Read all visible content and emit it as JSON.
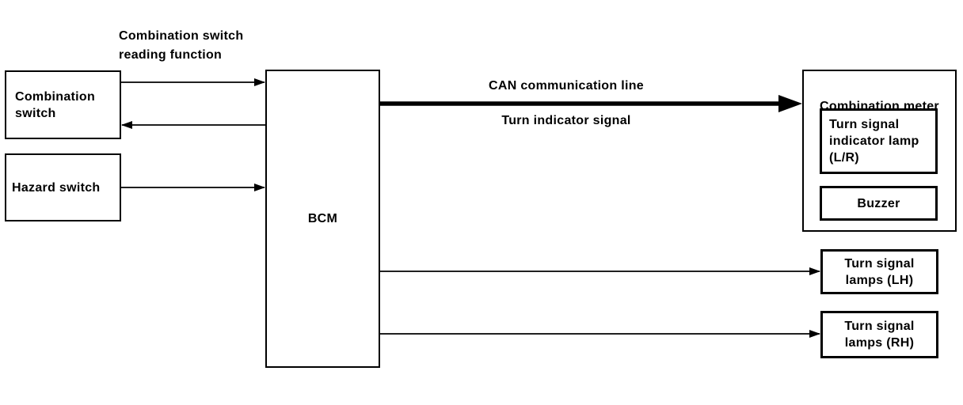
{
  "diagram": {
    "reading_function_label": "Combination switch\nreading function",
    "can_label_top": "CAN communication line",
    "can_label_bottom": "Turn indicator signal",
    "boxes": {
      "combination_switch": "Combination\nswitch",
      "hazard_switch": "Hazard switch",
      "bcm": "BCM",
      "combination_meter_title": "Combination meter",
      "turn_signal_indicator_lamp": "Turn signal\nindicator lamp\n(L/R)",
      "buzzer": "Buzzer",
      "turn_signal_lamps_lh": "Turn signal\nlamps (LH)",
      "turn_signal_lamps_rh": "Turn signal\nlamps (RH)"
    },
    "line_color": "#000000",
    "background_color": "#ffffff"
  }
}
